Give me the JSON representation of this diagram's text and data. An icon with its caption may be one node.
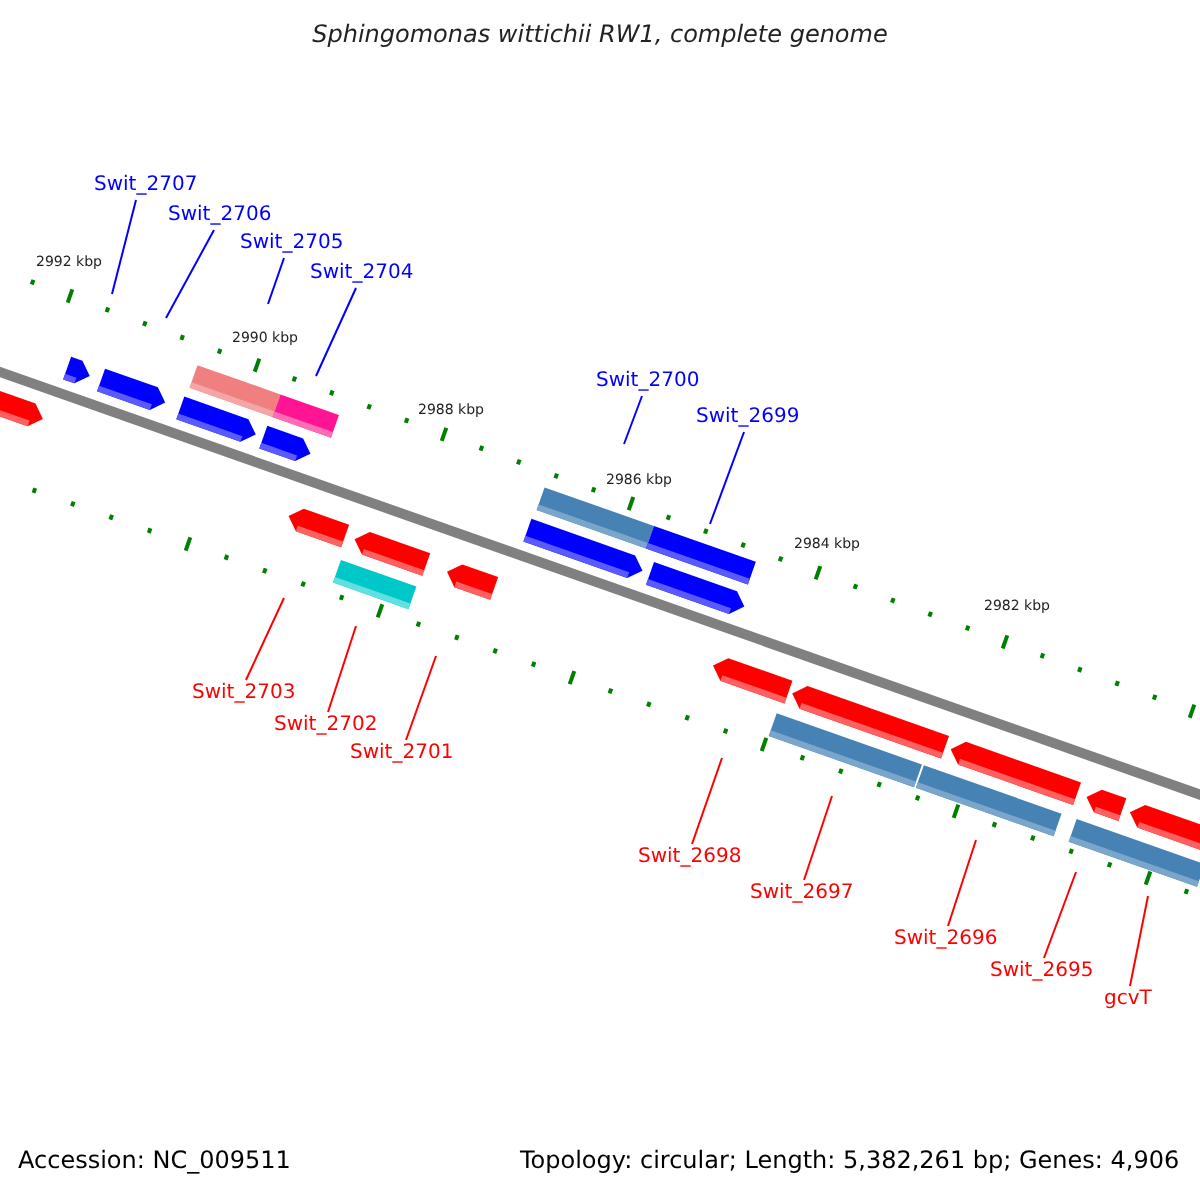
{
  "diagram": {
    "title": "Sphingomonas wittichii RW1, complete genome",
    "nodes": [
      {
        "text": [
          "Swit_2707"
        ]
      },
      {
        "text": [
          "Swit_2706"
        ]
      },
      {
        "text": [
          "Swit_2705"
        ]
      },
      {
        "text": [
          "Swit_2704"
        ]
      },
      {
        "text": [
          "Swit_2700"
        ]
      },
      {
        "text": [
          "Swit_2699"
        ]
      },
      {
        "text": [
          "Swit_2703"
        ]
      },
      {
        "text": [
          "Swit_2702"
        ]
      },
      {
        "text": [
          "Swit_2701"
        ]
      },
      {
        "text": [
          "Swit_2698"
        ]
      },
      {
        "text": [
          "Swit_2697"
        ]
      },
      {
        "text": [
          "Swit_2696"
        ]
      },
      {
        "text": [
          "Swit_2695"
        ]
      },
      {
        "text": [
          "gcvT"
        ]
      }
    ],
    "edges": [
      {
        "from": 0,
        "to": null,
        "arrow": "none",
        "color": "#0000ff"
      },
      {
        "from": 1,
        "to": null,
        "arrow": "none",
        "color": "#0000ff"
      },
      {
        "from": 2,
        "to": null,
        "arrow": "none",
        "color": "#0000ff"
      },
      {
        "from": 3,
        "to": null,
        "arrow": "none",
        "color": "#0000ff"
      },
      {
        "from": 4,
        "to": null,
        "arrow": "none",
        "color": "#0000ff"
      },
      {
        "from": 5,
        "to": null,
        "arrow": "none",
        "color": "#0000ff"
      },
      {
        "from": 6,
        "to": null,
        "arrow": "none"
      },
      {
        "from": 7,
        "to": null,
        "arrow": "none"
      },
      {
        "from": 8,
        "to": null,
        "arrow": "none"
      },
      {
        "from": 9,
        "to": null,
        "arrow": "none"
      },
      {
        "from": 10,
        "to": null,
        "arrow": "none"
      },
      {
        "from": 11,
        "to": null,
        "arrow": "none"
      },
      {
        "from": 12,
        "to": null,
        "arrow": "none"
      },
      {
        "from": 13,
        "to": null,
        "arrow": "none"
      }
    ],
    "labels": [
      "2992 kbp",
      "2990 kbp",
      "2988 kbp",
      "2986 kbp",
      "2984 kbp",
      "2982 kbp",
      "Accession: NC_009511",
      "Topology: circular; Length: 5,382,261 bp; Genes: 4,906"
    ]
  }
}
